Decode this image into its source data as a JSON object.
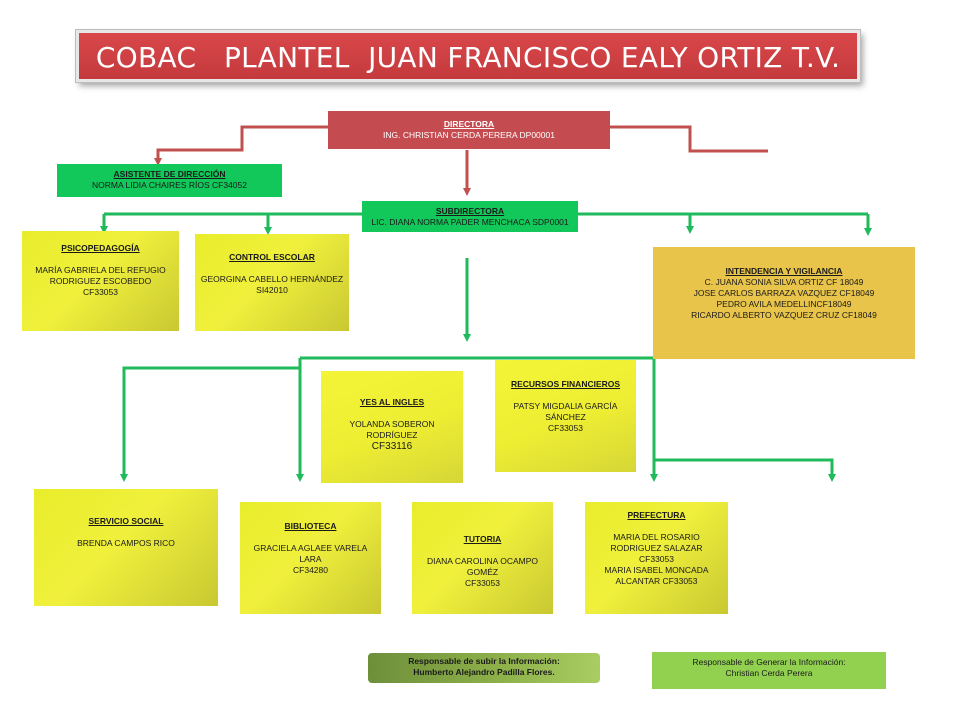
{
  "title": "COBAC   PLANTEL  JUAN FRANCISCO EALY ORTIZ T.V.",
  "colors": {
    "red": "#c44b50",
    "green": "#12c85a",
    "yellow": "#eded33",
    "gold": "#e9c44a",
    "connector_green": "#1fba5b",
    "connector_red": "#c0504d"
  },
  "directora": {
    "title": "DIRECTORA",
    "name": "ING. CHRISTIAN CERDA PERERA  DP00001"
  },
  "asistente": {
    "title": "ASISTENTE DE DIRECCIÓN",
    "name": "NORMA LIDIA CHAIRES RÍOS  CF34052"
  },
  "subdirectora": {
    "title": "SUBDIRECTORA",
    "name": "LIC. DIANA NORMA PADER MENCHACA  SDP0001"
  },
  "psicopedagogia": {
    "title": "PSICOPEDAGOGÍA",
    "lines": [
      "MARÍA GABRIELA DEL REFUGIO",
      "RODRIGUEZ ESCOBEDO",
      "CF33053"
    ]
  },
  "control_escolar": {
    "title": "CONTROL ESCOLAR",
    "lines": [
      "GEORGINA CABELLO HERNÁNDEZ",
      "SI42010"
    ]
  },
  "intendencia": {
    "title": "INTENDENCIA Y VIGILANCIA",
    "lines": [
      "C. JUANA SONIA SILVA ORTIZ CF 18049",
      "JOSE CARLOS BARRAZA VAZQUEZ CF18049",
      "PEDRO AVILA MEDELLINCF18049",
      "RICARDO ALBERTO VAZQUEZ CRUZ CF18049"
    ]
  },
  "yes_al_ingles": {
    "title": "YES AL INGLES",
    "lines": [
      "YOLANDA SOBERON",
      "RODRÍGUEZ",
      "CF33116"
    ]
  },
  "recursos_financieros": {
    "title": "RECURSOS FINANCIEROS",
    "lines": [
      "PATSY MIGDALIA GARCÍA",
      "SÁNCHEZ",
      "CF33053"
    ]
  },
  "servicio_social": {
    "title": "SERVICIO SOCIAL",
    "lines": [
      "BRENDA CAMPOS RICO"
    ]
  },
  "biblioteca": {
    "title": "BIBLIOTECA",
    "lines": [
      "GRACIELA AGLAEE VARELA",
      "LARA",
      "CF34280"
    ]
  },
  "tutoria": {
    "title": "TUTORIA",
    "lines": [
      "DIANA CAROLINA OCAMPO",
      "GOMÉZ",
      "CF33053"
    ]
  },
  "prefectura": {
    "title": "PREFECTURA",
    "lines": [
      "MARIA DEL ROSARIO",
      "RODRIGUEZ SALAZAR",
      "CF33053",
      "MARIA ISABEL MONCADA",
      "ALCANTAR CF33053"
    ]
  },
  "responsable_subir": {
    "label": "Responsable de subir la Información:",
    "name": "Humberto Alejandro Padilla Flores."
  },
  "responsable_generar": {
    "label": "Responsable de Generar la Información:",
    "name": "Christian Cerda Perera"
  }
}
